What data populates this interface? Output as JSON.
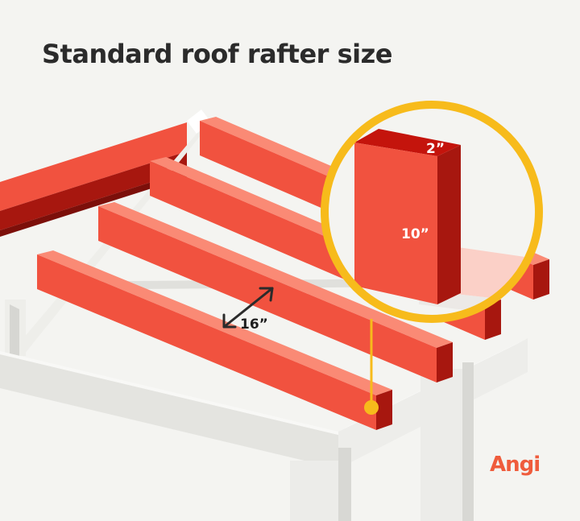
{
  "title": "Standard roof rafter size",
  "labels": {
    "width": "2”",
    "depth": "10”",
    "spacing": "16”"
  },
  "brand": "Angi",
  "colors": {
    "background": "#f4f4f1",
    "rafter": "#f1523f",
    "rafter_dark": "#a7170f",
    "frame": "#e4e4e0",
    "callout_ring": "#f7bb1b",
    "title_text": "#2b2b2b",
    "brand": "#ef5c3c"
  }
}
